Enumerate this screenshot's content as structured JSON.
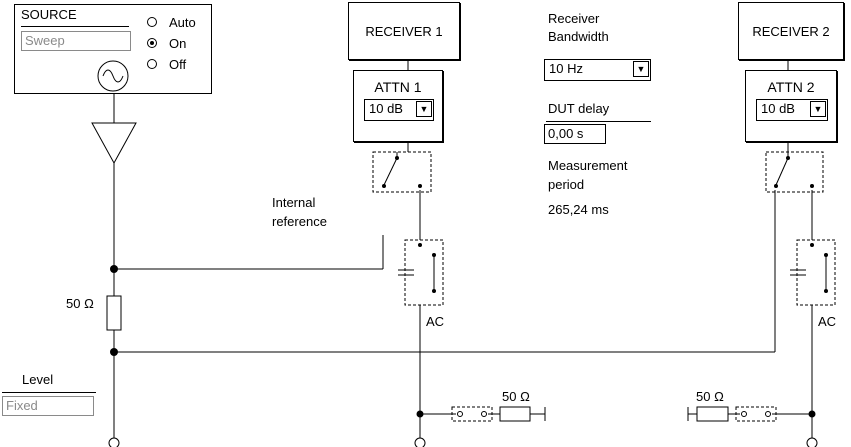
{
  "source": {
    "title": "SOURCE",
    "mode_value": "Sweep",
    "options": [
      {
        "label": "Auto",
        "checked": false
      },
      {
        "label": "On",
        "checked": true
      },
      {
        "label": "Off",
        "checked": false
      }
    ]
  },
  "receiver1": {
    "label": "RECEIVER 1"
  },
  "receiver2": {
    "label": "RECEIVER 2"
  },
  "attn1": {
    "label": "ATTN 1",
    "value": "10 dB"
  },
  "attn2": {
    "label": "ATTN 2",
    "value": "10 dB"
  },
  "bandwidth": {
    "label_line1": "Receiver",
    "label_line2": "Bandwidth",
    "value": "10 Hz"
  },
  "dut_delay": {
    "label": "DUT delay",
    "value": "0,00 s"
  },
  "measurement": {
    "label_line1": "Measurement",
    "label_line2": "period",
    "value": "265,24 ms"
  },
  "internal_ref": {
    "line1": "Internal",
    "line2": "reference"
  },
  "resistor_main": {
    "label": "50 Ω"
  },
  "resistor_r1": {
    "label": "50 Ω"
  },
  "resistor_r2": {
    "label": "50 Ω"
  },
  "ac1": {
    "label": "AC"
  },
  "ac2": {
    "label": "AC"
  },
  "level": {
    "label": "Level",
    "value": "Fixed"
  }
}
